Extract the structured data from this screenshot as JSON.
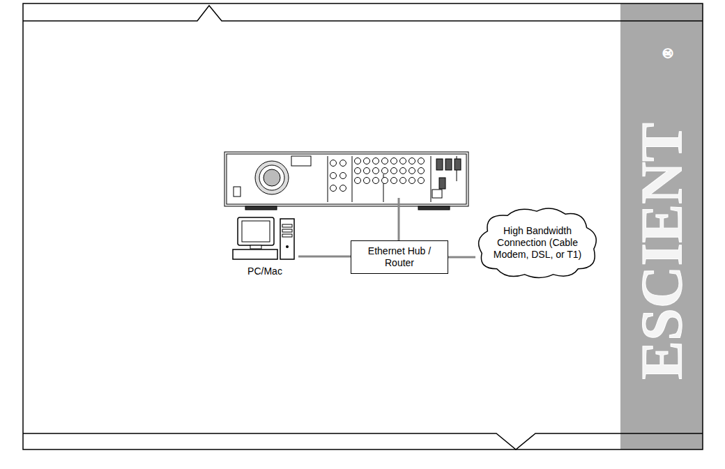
{
  "diagram": {
    "nodes": [
      {
        "text": [
          "PC/Mac"
        ]
      },
      {
        "text": [
          "Ethernet Hub / Router"
        ]
      },
      {
        "text": [
          "High Bandwidth Connection (Cable Modem, DSL, or T1)"
        ]
      }
    ],
    "edges": [
      {
        "from": 0,
        "to": 1,
        "arrow": "none"
      },
      {
        "from": 1,
        "to": 2,
        "arrow": "none"
      }
    ],
    "labels": [
      "ESCIENT",
      "®"
    ]
  }
}
